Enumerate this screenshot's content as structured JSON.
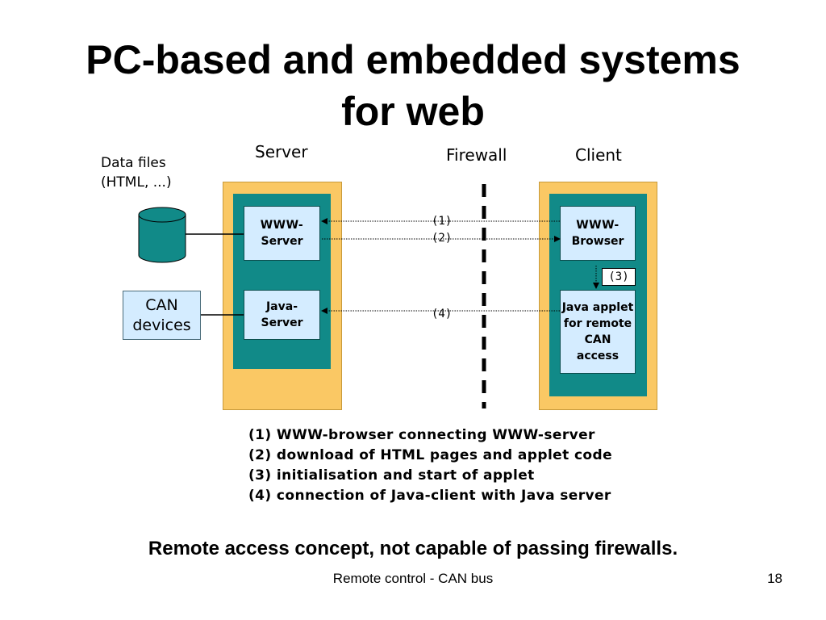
{
  "slide": {
    "title_lines": [
      "PC-based and embedded systems",
      "for web"
    ],
    "caption": "Remote access concept, not capable of passing firewalls.",
    "footer": "Remote control - CAN bus",
    "page_number": "18"
  },
  "diagram": {
    "data_files_lines": [
      "Data files",
      "(HTML, ...)"
    ],
    "server_label": "Server",
    "firewall_label": "Firewall",
    "client_label": "Client",
    "www_server_lines": [
      "WWW-",
      "Server"
    ],
    "java_server_lines": [
      "Java-",
      "Server"
    ],
    "www_browser_lines": [
      "WWW-",
      "Browser"
    ],
    "applet_lines": [
      "Java applet",
      "for remote",
      "CAN",
      "access"
    ],
    "can_devices_lines": [
      "CAN",
      "devices"
    ],
    "arrow_labels": {
      "a1": "(1)",
      "a2": "(2)",
      "a3": "(3)",
      "a4": "(4)"
    },
    "legend": [
      "(1) WWW-browser connecting WWW-server",
      "(2) download of HTML pages and  applet code",
      "(3) initialisation and start of applet",
      "(4) connection of Java-client with Java server"
    ],
    "colors": {
      "outer_box": "#fac864",
      "inner_box": "#118a88",
      "component_box": "#d4ecff"
    }
  }
}
